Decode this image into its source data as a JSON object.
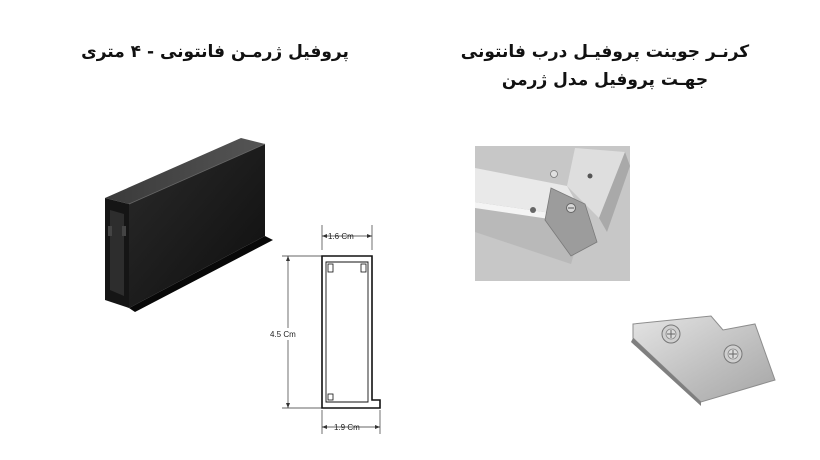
{
  "left_panel": {
    "title": "پروفیل ژرمـن فانتونی - ۴ متری",
    "drawing": {
      "top_width_label": "1.6 Cm",
      "height_label": "4.5 Cm",
      "bottom_width_label": "1.9 Cm"
    }
  },
  "right_panel": {
    "title_line1": "کرنـر جوینت پروفیـل درب فانتونی",
    "title_line2": "جهـت پروفیل مدل ژرمن"
  }
}
